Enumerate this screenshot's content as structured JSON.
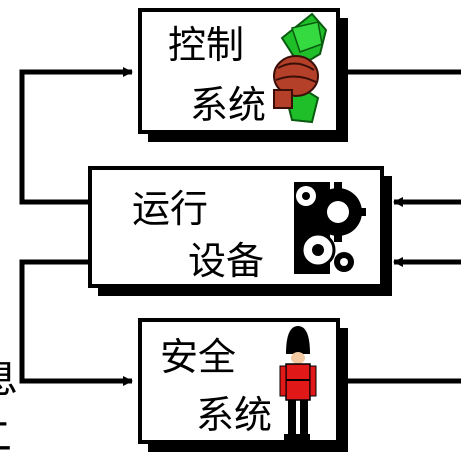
{
  "boxes": {
    "control": {
      "line1": "控制",
      "line2": "系统",
      "icon": "money-fist-icon"
    },
    "equipment": {
      "line1": "运行",
      "line2": "设备",
      "icon": "gears-icon"
    },
    "safety": {
      "line1": "安全",
      "line2": "系统",
      "icon": "guard-icon"
    }
  },
  "edge_text": {
    "char1": "息",
    "char2": "二"
  },
  "colors": {
    "line": "#000000",
    "money": "#1fbf2a",
    "hand": "#b5402a",
    "guard_tunic": "#e01818",
    "background": "#ffffff"
  }
}
